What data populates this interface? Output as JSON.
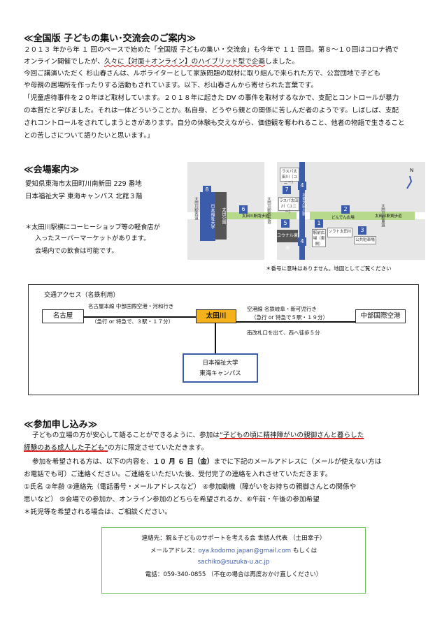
{
  "s1": {
    "title": "≪全国版 子どもの集い･交流会のご案内≫",
    "l1": "２０１３ 年から年 １ 回のペースで始めた「全国版 子どもの集い・交流会」も今年で １１ 回目。第８〜１０回はコロナ禍で",
    "l2a": "オンライン開催でしたが、",
    "l2b": "久々に【対面＋オンライン】のハイブリッド型で企画",
    "l2c": "しました。",
    "l3": "今回ご講演いただく 杉山春さんは、ルポライターとして家族問題の取材に取り組んで来られた方で、公営団地で子ども",
    "l4": "や母親の居場所を作ったりする活動もされています。以下、杉山春さんから寄せられた言葉です。",
    "l5": "「児童虐待事件を２０年ほど取材しています。２０１８年に起きた DV の事件を取材するなかで、支配とコントロールが暴力",
    "l6": "の本質だと学びました。それは一体どういうことか。私自身、どうやら親との関係に苦しんだ者のようです。しばしば、支配",
    "l7": "されコントロールをされてしまうときがあります。自分の体験も交えながら、価値観を奪われること、他者の物語で生きること",
    "l8": "との苦しさについて語りたいと思います。」"
  },
  "s2": {
    "title": "≪会場案内≫",
    "addr1": "愛知県東海市太田町川南新田 229 番地",
    "addr2": "日本福祉大学 東海キャンパス 北館３階",
    "note1": "＊太田川駅横にコーヒーショップ等の軽食店が",
    "note2": "入ったスーパーマーケットがあります。",
    "note3": "会場内での飲食は可能です。",
    "map_caption": "＊番号に意味はありません。地図としてご覧ください",
    "map": {
      "univ": "日本福祉大学",
      "park": "太田公園",
      "south_path": "太田川駅南歩道",
      "east_path": "太田川駅東歩道",
      "west_path": "太田川駅西歩道",
      "road_left": "太田川駅西道",
      "road_right": "太田川駅東道",
      "uny1": "ラスパ太田川（ユニー）",
      "uny2": "ラスパ太田川（ユニー）",
      "konan": "ユウナル東海",
      "station": "名鉄太田川駅",
      "square": "どんでん広場",
      "plaza": "駅前広場（東側）",
      "sora": "ソラト太田川",
      "parking": "公共駐車場",
      "north": "N",
      "n1": "1",
      "n2": "2",
      "n3": "3",
      "n4": "4",
      "n5": "5",
      "n6": "6",
      "n7": "7",
      "n8": "8"
    }
  },
  "access": {
    "title": "交通アクセス（名鉄利用）",
    "nagoya": "名古屋",
    "ota": "太田川",
    "airport": "中部国際空港",
    "left_line": "名古屋本線 中部国際空港・河和行き",
    "left_time": "（急行 or 特急で、３駅・１７分）",
    "right_line": "空港線 名鉄岐阜・新可児行き",
    "right_time": "（急行 or 特急で５駅・１９分）",
    "exit": "南改札口を出て、西へ徒歩５分",
    "univ1": "日本福祉大学",
    "univ2": "東海キャンパス"
  },
  "s3": {
    "title": "≪参加申し込み≫",
    "l1a": "子どもの立場の方が安心して語ることができるように、参加は",
    "l1b": "“子どもの頃に精神障がいの親御さんと暮らした",
    "l2a": "経験のある成人した子ども”",
    "l2b": "の方に限定させていただきます。",
    "l3a": "参加を希望される方は、以下の内容を、",
    "l3b": "１０ 月 ６ 日（金）",
    "l3c": "までに下記のメールアドレスに（メールが使えない方は",
    "l4": "お電話でも可）ご連絡ください。ご連絡をいただいた後、受付完了の連絡を入れさせていただきます。",
    "l5": "①氏名 ②年齢 ③連絡先（電話番号・メールアドレスなど） ④参加動機（障がいをお持ちの親御さんとの関係や",
    "l6": "思いなど） ⑤会場での参加か、オンライン参加のどちらを希望されるか、⑥午前・午後の参加希望",
    "l7": "＊託児等を希望される場合は、ご相談ください。"
  },
  "contact": {
    "l1": "連絡先：親＆子どものサポートを考える会 世話人代表 （土田幸子）",
    "l2a": "メールアドレス：",
    "email1": "oya.kodomo.japan@gmail.com",
    "l2c": " もしくは",
    "email2": "sachiko@suzuka-u.ac.jp",
    "l4": "電話：059-340-0855 （不在の場合は再度おかけ直しください）"
  },
  "colors": {
    "blue": "#3b5bab",
    "orange": "#f3b21b",
    "green": "#6bbf59",
    "red": "#d22",
    "path_green": "#b7d98b"
  }
}
